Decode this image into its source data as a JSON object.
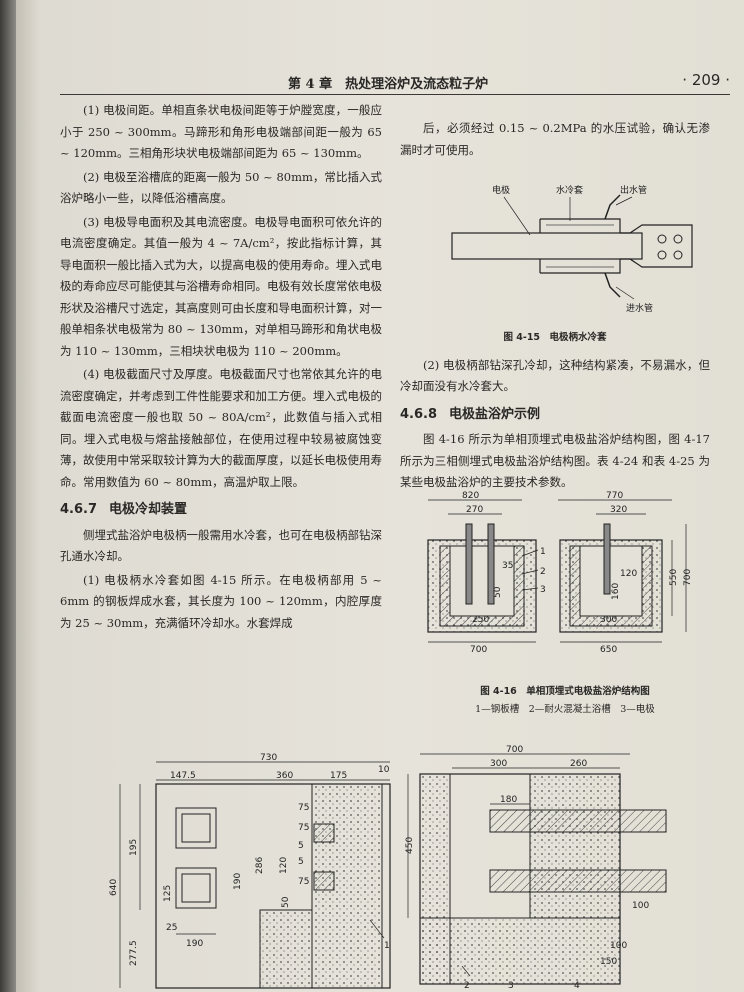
{
  "header": {
    "chapter": "第 4 章　热处理浴炉及流态粒子炉",
    "page_number": "· 209 ·"
  },
  "left_column": {
    "paragraphs": [
      "(1) 电极间距。单相直条状电极间距等于炉膛宽度，一般应小于 250 ~ 300mm。马蹄形和角形电极端部间距一般为 65 ~ 120mm。三相角形块状电极端部间距为 65 ~ 130mm。",
      "(2) 电极至浴槽底的距离一般为 50 ~ 80mm，常比插入式浴炉略小一些，以降低浴槽高度。",
      "(3) 电极导电面积及其电流密度。电极导电面积可依允许的电流密度确定。其值一般为 4 ~ 7A/cm²，按此指标计算，其导电面积一般比插入式为大，以提高电极的使用寿命。埋入式电极的寿命应尽可能使其与浴槽寿命相同。电极有效长度常依电极形状及浴槽尺寸选定，其高度则可由长度和导电面积计算，对一般单相条状电极常为 80 ~ 130mm，对单相马蹄形和角状电极为 110 ~ 130mm，三相块状电极为 110 ~ 200mm。",
      "(4) 电极截面尺寸及厚度。电极截面尺寸也常依其允许的电流密度确定，并考虑到工件性能要求和加工方便。埋入式电极的截面电流密度一般也取 50 ~ 80A/cm²，此数值与插入式相同。埋入式电极与熔盐接触部位，在使用过程中较易被腐蚀变薄，故使用中常采取较计算为大的截面厚度，以延长电极使用寿命。常用数值为 60 ~ 80mm，高温炉取上限。"
    ],
    "section": {
      "number": "4.6.7",
      "title": "电极冷却装置"
    },
    "section_paragraphs": [
      "侧埋式盐浴炉电极柄一般需用水冷套，也可在电极柄部钻深孔通水冷却。",
      "(1) 电极柄水冷套如图 4-15 所示。在电极柄部用 5 ~ 6mm 的钢板焊成水套，其长度为 100 ~ 120mm，内腔厚度为 25 ~ 30mm，充满循环冷却水。水套焊成"
    ]
  },
  "right_column": {
    "intro": "后，必须经过 0.15 ~ 0.2MPa 的水压试验，确认无渗漏时才可使用。",
    "fig15": {
      "labels": {
        "electrode": "电极",
        "water_jacket": "水冷套",
        "outlet": "出水管",
        "inlet": "进水管"
      },
      "caption": "图 4-15　电极柄水冷套"
    },
    "para2": "(2) 电极柄部钻深孔冷却，这种结构紧凑，不易漏水，但冷却面没有水冷套大。",
    "section": {
      "number": "4.6.8",
      "title": "电极盐浴炉示例"
    },
    "section_paragraph": "图 4-16 所示为单相顶埋式电极盐浴炉结构图，图 4-17 所示为三相侧埋式电极盐浴炉结构图。表 4-24 和表 4-25 为某些电极盐浴炉的主要技术参数。",
    "fig16": {
      "dims": {
        "a": "820",
        "b": "270",
        "c": "770",
        "d": "320",
        "e": "35",
        "f": "50",
        "g": "250",
        "h": "120",
        "i": "160",
        "j": "300",
        "k": "550",
        "l": "700",
        "m": "700",
        "n": "650",
        "n1": "1",
        "n2": "2",
        "n3": "3"
      },
      "caption": "图 4-16　单相顶埋式电极盐浴炉结构图",
      "legend": "1—钢板槽　2—耐火混凝土浴槽　3—电极"
    }
  },
  "fig17": {
    "left": {
      "dims": [
        "730",
        "147.5",
        "360",
        "175",
        "10",
        "75",
        "75",
        "5",
        "120",
        "5",
        "75",
        "50",
        "286",
        "190",
        "125",
        "25",
        "190",
        "640",
        "195",
        "277.5",
        "1"
      ]
    },
    "right": {
      "dims": [
        "700",
        "300",
        "260",
        "180",
        "450",
        "100",
        "100",
        "150",
        "2",
        "3",
        "4"
      ]
    }
  }
}
